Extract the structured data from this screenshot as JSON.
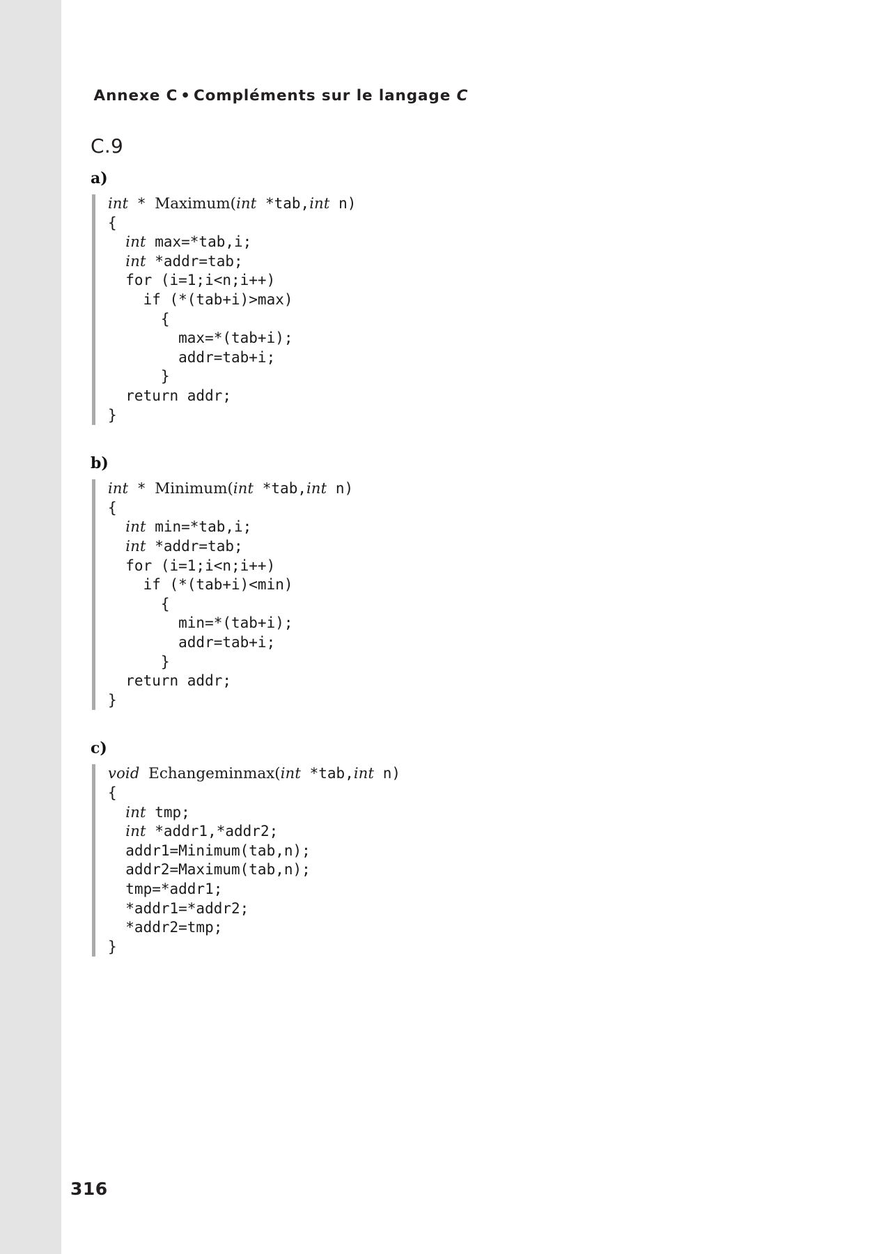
{
  "header": {
    "chapter": "Annexe C",
    "separator": "•",
    "title_plain": "Compléments sur le langage",
    "title_italic": "C"
  },
  "section": {
    "heading": "C.9"
  },
  "items": [
    {
      "label": "a)",
      "code_lines": [
        [
          {
            "t": "kw",
            "s": "int"
          },
          {
            "t": "mono",
            "s": " * "
          },
          {
            "t": "fn",
            "s": "Maximum("
          },
          {
            "t": "kw",
            "s": "int"
          },
          {
            "t": "mono",
            "s": " *tab,"
          },
          {
            "t": "kw",
            "s": "int"
          },
          {
            "t": "mono",
            "s": " n)"
          }
        ],
        [
          {
            "t": "mono",
            "s": "{"
          }
        ],
        [
          {
            "t": "mono",
            "s": "  "
          },
          {
            "t": "kw",
            "s": "int"
          },
          {
            "t": "mono",
            "s": " max=*tab,i;"
          }
        ],
        [
          {
            "t": "mono",
            "s": "  "
          },
          {
            "t": "kw",
            "s": "int"
          },
          {
            "t": "mono",
            "s": " *addr=tab;"
          }
        ],
        [
          {
            "t": "mono",
            "s": "  for (i=1;i<n;i++)"
          }
        ],
        [
          {
            "t": "mono",
            "s": "    if (*(tab+i)>max)"
          }
        ],
        [
          {
            "t": "mono",
            "s": "      {"
          }
        ],
        [
          {
            "t": "mono",
            "s": "        max=*(tab+i);"
          }
        ],
        [
          {
            "t": "mono",
            "s": "        addr=tab+i;"
          }
        ],
        [
          {
            "t": "mono",
            "s": "      }"
          }
        ],
        [
          {
            "t": "mono",
            "s": "  return addr;"
          }
        ],
        [
          {
            "t": "mono",
            "s": "}"
          }
        ]
      ]
    },
    {
      "label": "b)",
      "code_lines": [
        [
          {
            "t": "kw",
            "s": "int"
          },
          {
            "t": "mono",
            "s": " * "
          },
          {
            "t": "fn",
            "s": "Minimum("
          },
          {
            "t": "kw",
            "s": "int"
          },
          {
            "t": "mono",
            "s": " *tab,"
          },
          {
            "t": "kw",
            "s": "int"
          },
          {
            "t": "mono",
            "s": " n)"
          }
        ],
        [
          {
            "t": "mono",
            "s": "{"
          }
        ],
        [
          {
            "t": "mono",
            "s": "  "
          },
          {
            "t": "kw",
            "s": "int"
          },
          {
            "t": "mono",
            "s": " min=*tab,i;"
          }
        ],
        [
          {
            "t": "mono",
            "s": "  "
          },
          {
            "t": "kw",
            "s": "int"
          },
          {
            "t": "mono",
            "s": " *addr=tab;"
          }
        ],
        [
          {
            "t": "mono",
            "s": "  for (i=1;i<n;i++)"
          }
        ],
        [
          {
            "t": "mono",
            "s": "    if (*(tab+i)<min)"
          }
        ],
        [
          {
            "t": "mono",
            "s": "      {"
          }
        ],
        [
          {
            "t": "mono",
            "s": "        min=*(tab+i);"
          }
        ],
        [
          {
            "t": "mono",
            "s": "        addr=tab+i;"
          }
        ],
        [
          {
            "t": "mono",
            "s": "      }"
          }
        ],
        [
          {
            "t": "mono",
            "s": "  return addr;"
          }
        ],
        [
          {
            "t": "mono",
            "s": "}"
          }
        ]
      ]
    },
    {
      "label": "c)",
      "code_lines": [
        [
          {
            "t": "kw",
            "s": "void"
          },
          {
            "t": "mono",
            "s": " "
          },
          {
            "t": "fn",
            "s": "Echangeminmax("
          },
          {
            "t": "kw",
            "s": "int"
          },
          {
            "t": "mono",
            "s": " *tab,"
          },
          {
            "t": "kw",
            "s": "int"
          },
          {
            "t": "mono",
            "s": " n)"
          }
        ],
        [
          {
            "t": "mono",
            "s": "{"
          }
        ],
        [
          {
            "t": "mono",
            "s": "  "
          },
          {
            "t": "kw",
            "s": "int"
          },
          {
            "t": "mono",
            "s": " tmp;"
          }
        ],
        [
          {
            "t": "mono",
            "s": "  "
          },
          {
            "t": "kw",
            "s": "int"
          },
          {
            "t": "mono",
            "s": " *addr1,*addr2;"
          }
        ],
        [
          {
            "t": "mono",
            "s": "  addr1=Minimum(tab,n);"
          }
        ],
        [
          {
            "t": "mono",
            "s": "  addr2=Maximum(tab,n);"
          }
        ],
        [
          {
            "t": "mono",
            "s": "  tmp=*addr1;"
          }
        ],
        [
          {
            "t": "mono",
            "s": "  *addr1=*addr2;"
          }
        ],
        [
          {
            "t": "mono",
            "s": "  *addr2=tmp;"
          }
        ],
        [
          {
            "t": "mono",
            "s": "}"
          }
        ]
      ]
    }
  ],
  "footer": {
    "page_number": "316"
  },
  "colors": {
    "margin_band": "#e4e4e4",
    "code_rule": "#aaaaaa",
    "text": "#231f20",
    "page_background": "#ffffff"
  }
}
